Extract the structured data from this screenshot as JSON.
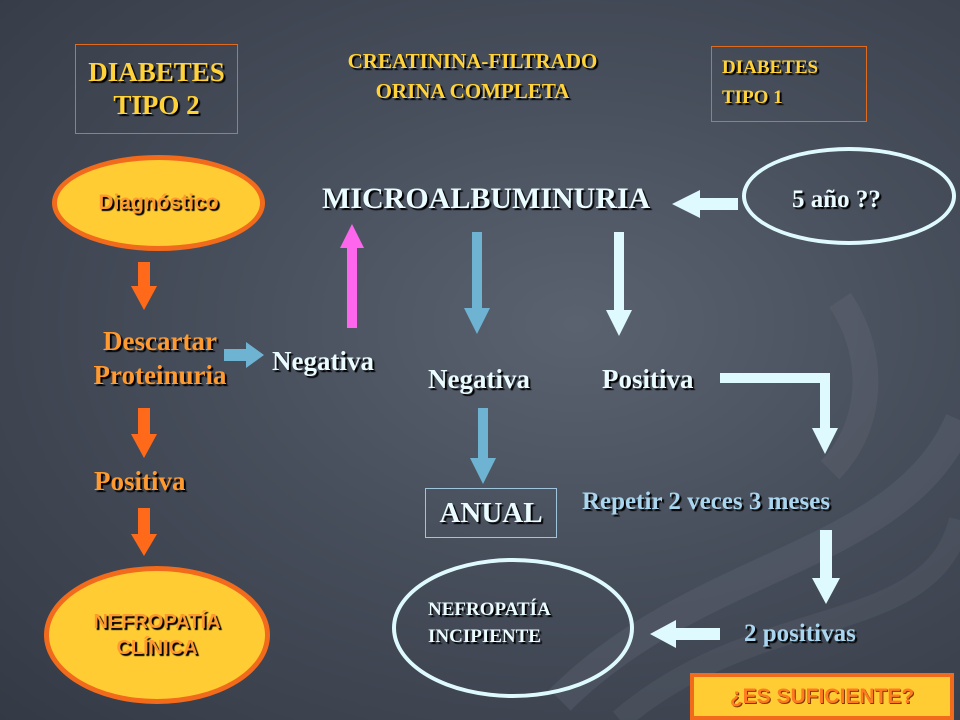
{
  "header": {
    "left_box": [
      "DIABETES",
      "TIPO 2"
    ],
    "center": [
      "CREATININA-FILTRADO",
      "ORINA COMPLETA"
    ],
    "right_box": [
      "DIABETES",
      "TIPO 1"
    ]
  },
  "nodes": {
    "diagnostico": "Diagnóstico",
    "microalbuminuria": "MICROALBUMINURIA",
    "cinco_anos": "5 año ??",
    "descartar": [
      "Descartar",
      "Proteinuria"
    ],
    "negativa_left": "Negativa",
    "negativa_mid": "Negativa",
    "positiva_mid": "Positiva",
    "positiva_left": "Positiva",
    "anual": "ANUAL",
    "repetir": "Repetir 2 veces 3 meses",
    "nefropatia_clinica": [
      "NEFROPATÍA",
      "CLÍNICA"
    ],
    "nefropatia_incipiente": [
      "NEFROPATÍA",
      "INCIPIENTE"
    ],
    "dos_positivas": "2 positivas",
    "es_suficiente": "¿ES SUFICIENTE?"
  },
  "colors": {
    "orange_arrow": "#ff6a1a",
    "magenta_arrow": "#ff66ee",
    "blue_arrow": "#6fb3d2",
    "cyan_arrow": "#dffaff",
    "yellow_text": "#ffd23a"
  }
}
